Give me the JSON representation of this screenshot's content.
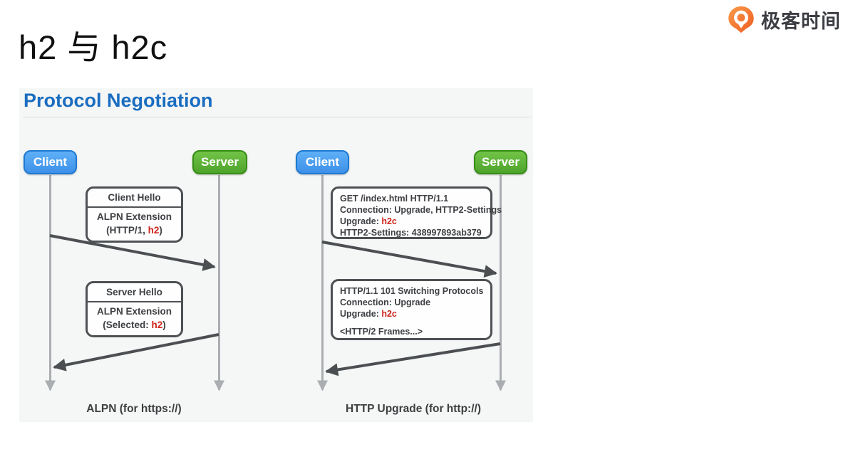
{
  "title": "h2 与 h2c",
  "logo": {
    "text": "极客时间"
  },
  "colors": {
    "accent_blue": "#1a6dc0",
    "client_blue": "#3e90e9",
    "server_green": "#4ea32c",
    "highlight_red": "#ce241a",
    "brand_orange": "#ee5a21",
    "lifeline_gray": "#abaeb1",
    "arrow_dark": "#4c4f52",
    "panel_bg": "#f5f6f6"
  },
  "panel": {
    "title": "Protocol Negotiation",
    "alpn": {
      "client_label": "Client",
      "server_label": "Server",
      "request_box": {
        "header": "Client Hello",
        "line1": "ALPN Extension",
        "line2_pre": "(HTTP/1, ",
        "line2_red": "h2",
        "line2_post": ")"
      },
      "response_box": {
        "header": "Server Hello",
        "line1": "ALPN Extension",
        "line2_pre": "(Selected: ",
        "line2_red": "h2",
        "line2_post": ")"
      },
      "caption": "ALPN (for https://)"
    },
    "upgrade": {
      "client_label": "Client",
      "server_label": "Server",
      "request_box": {
        "line1": "GET /index.html HTTP/1.1",
        "line2": "Connection: Upgrade, HTTP2-Settings",
        "line3_pre": "Upgrade: ",
        "line3_red": "h2c",
        "line4": "HTTP2-Settings: 438997893ab379"
      },
      "response_box": {
        "line1": "HTTP/1.1 101 Switching Protocols",
        "line2": "Connection: Upgrade",
        "line3_pre": "Upgrade: ",
        "line3_red": "h2c",
        "frames_note": "<HTTP/2 Frames...>"
      },
      "caption": "HTTP Upgrade (for http://)"
    }
  }
}
